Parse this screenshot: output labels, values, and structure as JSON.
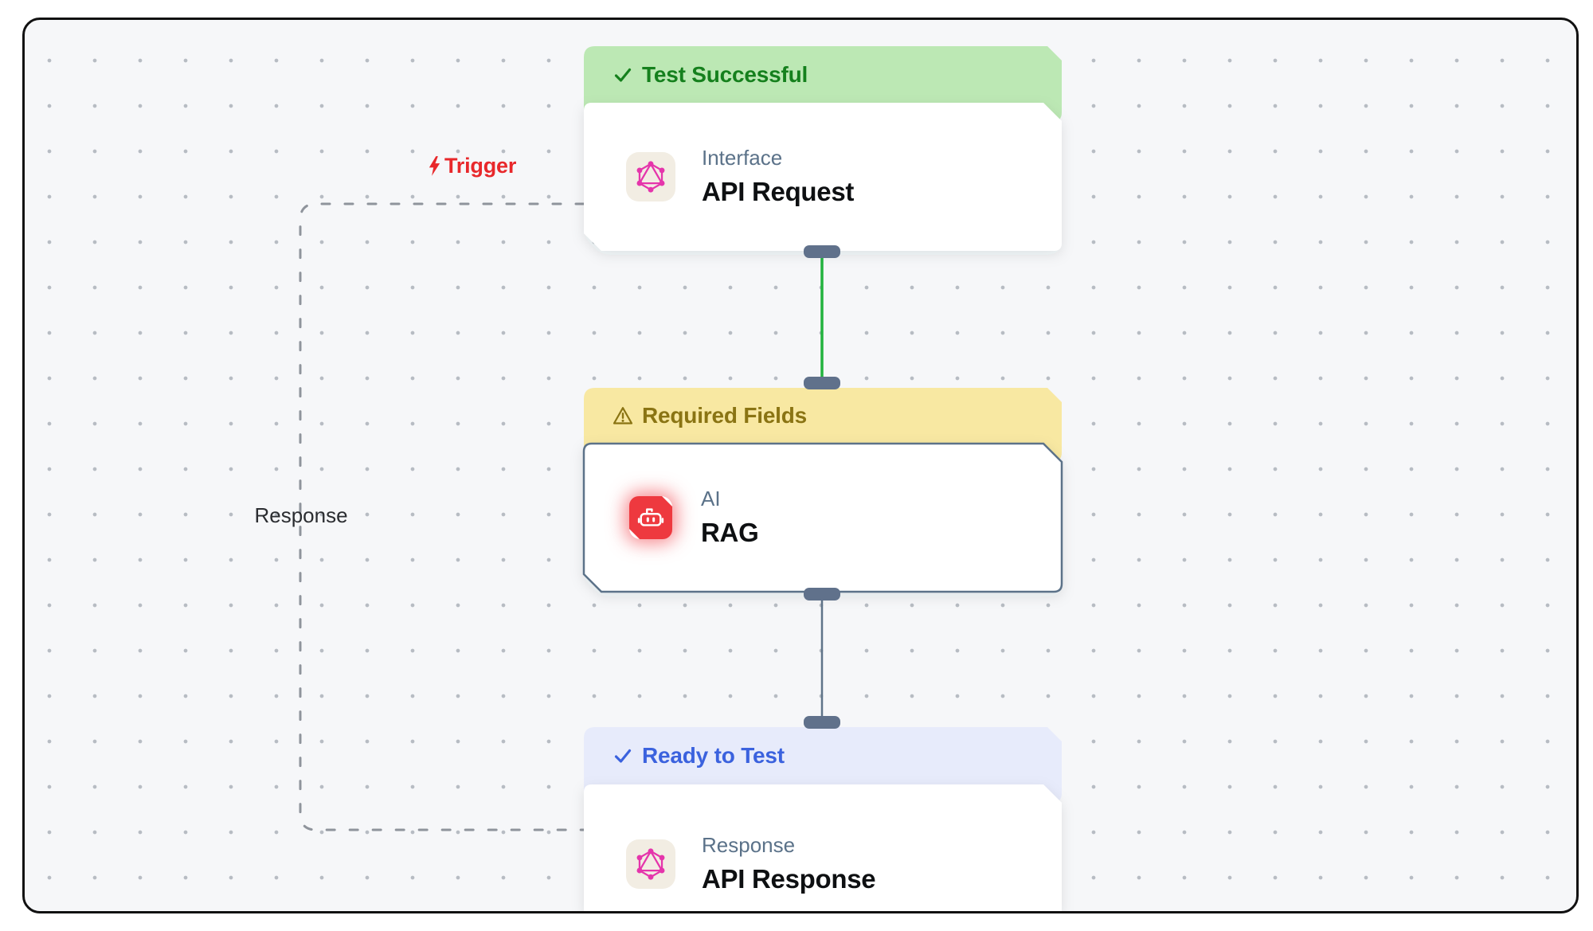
{
  "canvas": {
    "background": "#f6f7f9",
    "border_color": "#111111",
    "dot_color": "#b7bcc3"
  },
  "labels": {
    "trigger": "Trigger",
    "response": "Response"
  },
  "nodes": [
    {
      "id": "api-request",
      "status": {
        "label": "Test Successful",
        "icon": "check-icon",
        "bg": "#bce8b4",
        "color": "#15801d"
      },
      "category": "Interface",
      "title": "API Request",
      "icon": "graphql-icon",
      "selected": false
    },
    {
      "id": "rag",
      "status": {
        "label": "Required Fields",
        "icon": "warning-icon",
        "bg": "#f8e8a2",
        "color": "#8a7413"
      },
      "category": "AI",
      "title": "RAG",
      "icon": "robot-icon",
      "selected": true
    },
    {
      "id": "api-response",
      "status": {
        "label": "Ready to Test",
        "icon": "check-icon",
        "bg": "#e7ebfb",
        "color": "#3b62de"
      },
      "category": "Response",
      "title": "API Response",
      "icon": "graphql-icon",
      "selected": false
    }
  ],
  "connections": [
    {
      "from": "api-request",
      "to": "rag",
      "state": "success",
      "color": "#22b33e"
    },
    {
      "from": "rag",
      "to": "api-response",
      "state": "default",
      "color": "#5f7489"
    },
    {
      "from": "api-response",
      "to": "api-request",
      "label": "Response",
      "style": "dashed",
      "color": "#8f949c"
    }
  ],
  "colors": {
    "selected_node_border": "#5b7289",
    "connector_port": "#60718b",
    "trigger_red": "#e8282b",
    "rag_icon_red": "#ee393f",
    "graphql_pink": "#e535ab",
    "icon_tile_beige": "#f2ede3",
    "category_text": "#5b7289",
    "title_text": "#0e1012"
  }
}
